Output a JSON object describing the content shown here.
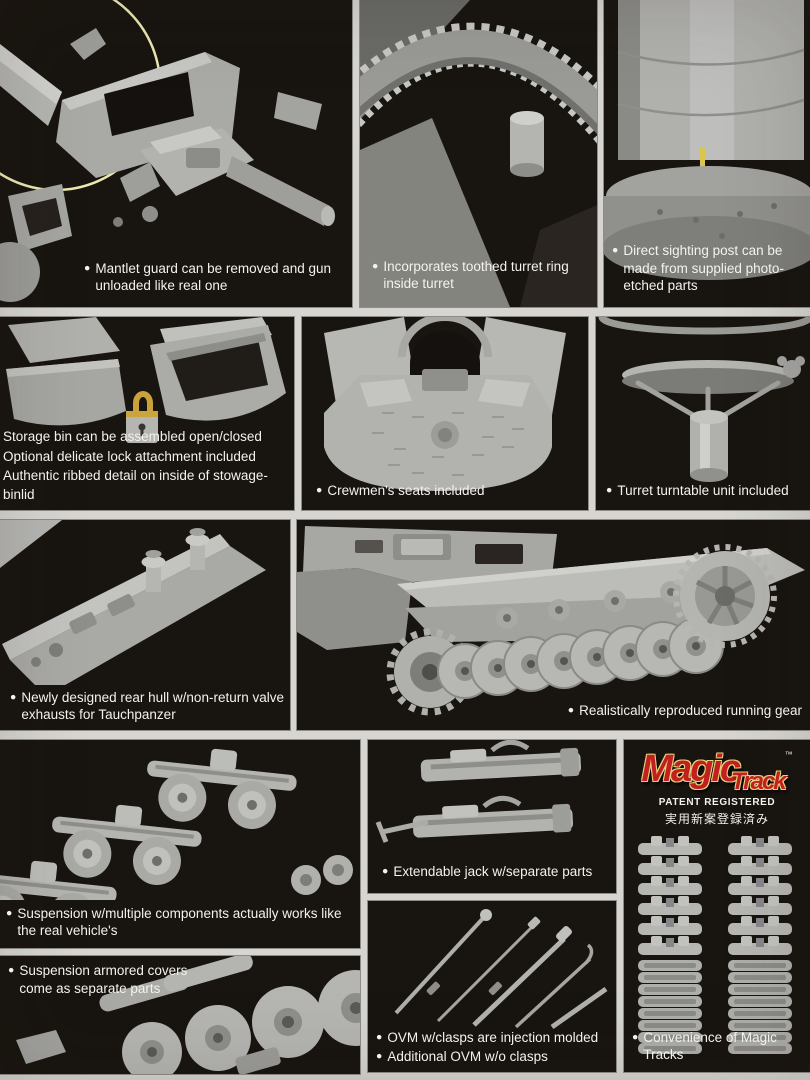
{
  "ui": {
    "bullet": "●"
  },
  "colors": {
    "background": "#d6d5d1",
    "panel_black": "#18140f",
    "text_white": "#f3f2ee",
    "magic_red": "#c2201f",
    "gold_outline": "#e6cf7e",
    "padlock_gold": "#c9a23c",
    "sighting_pin_yellow": "#d9c64e",
    "highlight_circle_yellow": "#ece8b2"
  },
  "panels": {
    "mantlet": {
      "caption": "Mantlet guard can be removed and gun unloaded like real one"
    },
    "turret_ring": {
      "caption": "Incorporates toothed turret ring inside turret"
    },
    "sighting_post": {
      "caption": "Direct sighting post can be made from supplied photo-etched parts"
    },
    "storage_bin": {
      "lines": [
        "Storage bin can be assembled open/closed",
        "Optional delicate lock attachment included",
        "Authentic ribbed detail on inside of stowage-binlid"
      ]
    },
    "crew_seats": {
      "caption": "Crewmen's seats included"
    },
    "turntable": {
      "caption": "Turret turntable unit included"
    },
    "rear_hull": {
      "caption": "Newly designed rear hull w/non-return valve exhausts for Tauchpanzer"
    },
    "running_gear": {
      "caption": "Realistically reproduced running gear"
    },
    "suspension": {
      "caption": "Suspension w/multiple components actually works like the real vehicle's"
    },
    "jack": {
      "caption": "Extendable jack w/separate parts"
    },
    "magic_track": {
      "logo_magic": "Magic",
      "logo_track": "Track",
      "tm": "™",
      "patent": "PATENT REGISTERED",
      "japanese": "実用新案登録済み",
      "caption": "Convenience of Magic Tracks"
    },
    "armored_covers": {
      "caption": "Suspension armored covers come as separate parts"
    },
    "ovm": {
      "lines": [
        "OVM w/clasps are injection molded",
        "Additional OVM w/o clasps"
      ]
    }
  }
}
